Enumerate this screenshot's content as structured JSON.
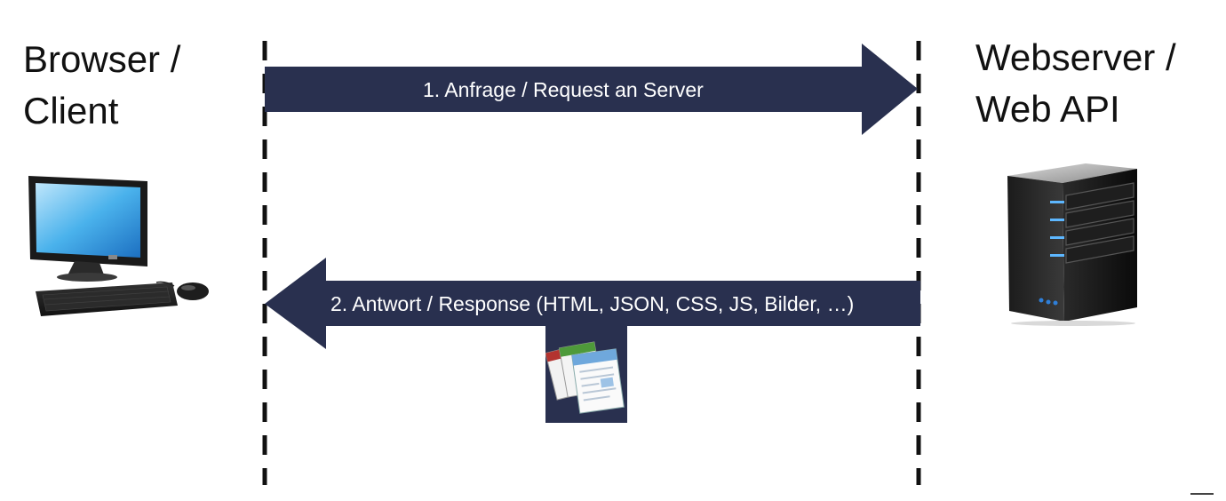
{
  "client": {
    "title": "Browser /\nClient",
    "icon": "desktop-computer-icon"
  },
  "server": {
    "title": "Webserver /\nWeb API",
    "icon": "server-tower-icon"
  },
  "request": {
    "label": "1. Anfrage / Request an Server",
    "direction": "client-to-server"
  },
  "response": {
    "label": "2. Antwort / Response (HTML, JSON, CSS, JS, Bilder, …)",
    "direction": "server-to-client",
    "icon": "documents-icon"
  },
  "colors": {
    "arrow": "#29304f",
    "text_on_arrow": "#ffffff",
    "lifeline": "#111111"
  }
}
